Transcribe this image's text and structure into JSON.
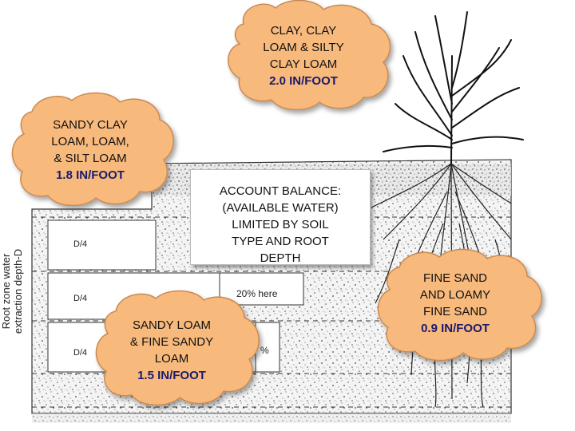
{
  "soil_clouds": {
    "clay": {
      "lines": [
        "CLAY, CLAY",
        "LOAM & SILTY",
        "CLAY LOAM"
      ],
      "rate": "2.0  IN/FOOT"
    },
    "sandy_clay": {
      "lines": [
        "SANDY CLAY",
        "LOAM, LOAM,",
        "& SILT LOAM"
      ],
      "rate": "1.8  IN/FOOT"
    },
    "sandy_loam": {
      "lines": [
        "SANDY LOAM",
        "& FINE SANDY",
        "LOAM"
      ],
      "rate": "1.5  IN/FOOT"
    },
    "fine_sand": {
      "lines": [
        "FINE SAND",
        "AND LOAMY",
        "FINE SAND"
      ],
      "rate": "0.9  IN/FOOT"
    }
  },
  "account_note": {
    "lines": [
      "ACCOUNT BALANCE:",
      "(AVAILABLE WATER)",
      "LIMITED BY SOIL",
      "TYPE AND ROOT",
      "DEPTH"
    ]
  },
  "diagram": {
    "axis_label_lines": [
      "Root zone water",
      "extraction depth-D"
    ],
    "zone_labels": [
      "D/4",
      "D/4",
      "D/4"
    ],
    "pct_label": "20% here",
    "pct_partial": "%"
  },
  "colors": {
    "cloud_fill": "#f7b97c",
    "cloud_stroke": "#c98a52",
    "rate_text": "#1a1a6e",
    "soil_speckle": "#555555"
  }
}
